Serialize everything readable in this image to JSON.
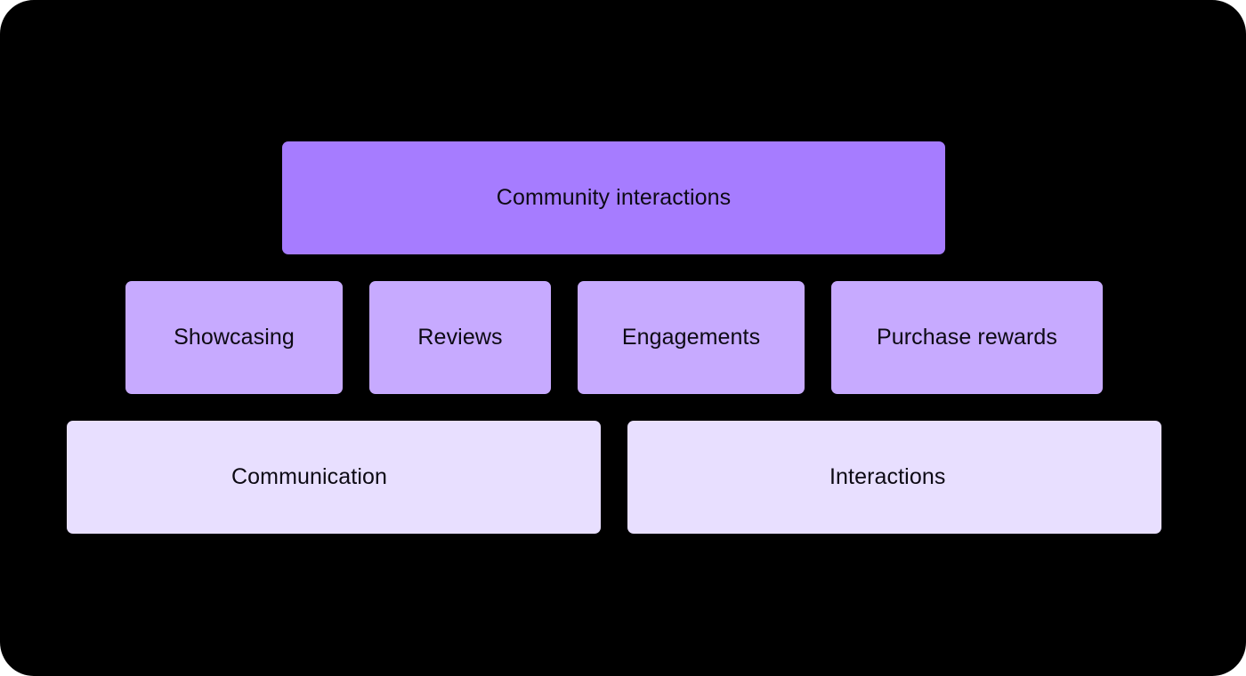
{
  "diagram": {
    "title": "Community interactions",
    "colors": {
      "background": "#000000",
      "top_level": "#a67cff",
      "middle_level": "#c7aaff",
      "bottom_level": "#e8dfff",
      "text": "#0d0a14"
    },
    "top": {
      "label": "Community interactions"
    },
    "middle": [
      {
        "label": "Showcasing"
      },
      {
        "label": "Reviews"
      },
      {
        "label": "Engagements"
      },
      {
        "label": "Purchase rewards"
      }
    ],
    "bottom": [
      {
        "label": "Communication"
      },
      {
        "label": "Interactions"
      }
    ]
  }
}
